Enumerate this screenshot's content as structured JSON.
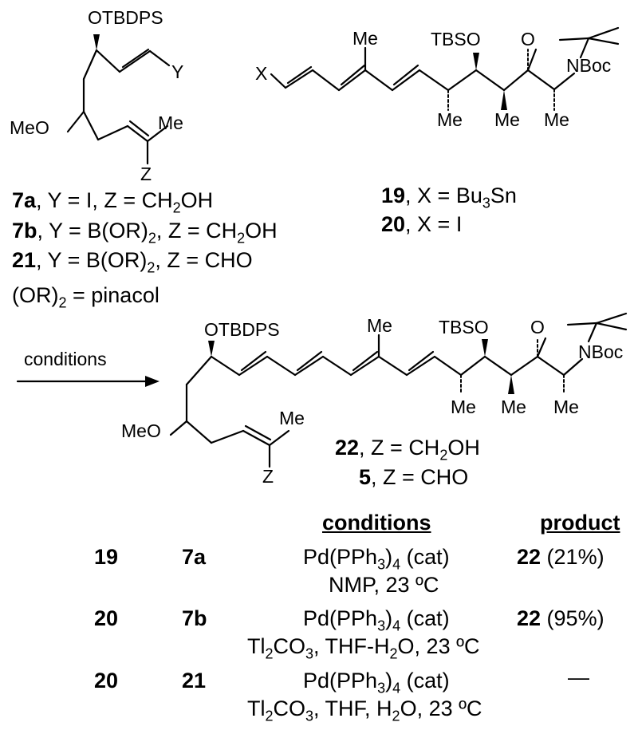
{
  "atoms": {
    "otbdps": "OTBDPS",
    "tbso": "TBSO",
    "meo": "MeO",
    "me": "Me",
    "o": "O",
    "nboc": "NBoc",
    "x": "X",
    "y": "Y",
    "z": "Z"
  },
  "arrow_label": "conditions",
  "labels": {
    "l7a_num": "7a",
    "l7a_text": ", Y = I, Z = CH",
    "l7b_num": "7b",
    "l7b_text": ", Y = B(OR)",
    "l21_num": "21",
    "l21_text": ", Y = B(OR)",
    "l19_num": "19",
    "l19_text": ", X = Bu",
    "l20_num": "20",
    "l20_text": ", X = I",
    "or2": "(OR)",
    "pinacol": " = pinacol",
    "l22_num": "22",
    "l22_text": ", Z = CH",
    "l5_num": "5",
    "l5_text": ", Z = CHO",
    "ch2oh_tail": "OH",
    "sub2": "2",
    "sub3": "3",
    "sub4": "4",
    "z_ch2oh": ", Z = CH",
    "z_cho": ", Z = CHO",
    "sn": "Sn"
  },
  "table": {
    "header_conditions": "conditions",
    "header_product": "product",
    "rows": [
      {
        "a": "19",
        "b": "7a",
        "cond1": "Pd(PPh",
        "cond1b": ")",
        "cond1c": " (cat)",
        "cond2": "NMP, 23 ºC",
        "prod_num": "22",
        "prod_yield": " (21%)"
      },
      {
        "a": "20",
        "b": "7b",
        "cond1": "Pd(PPh",
        "cond1b": ")",
        "cond1c": " (cat)",
        "cond2a": "Tl",
        "cond2b": "CO",
        "cond2c": ", THF-H",
        "cond2d": "O, 23 ºC",
        "prod_num": "22",
        "prod_yield": " (95%)"
      },
      {
        "a": "20",
        "b": "21",
        "cond1": "Pd(PPh",
        "cond1b": ")",
        "cond1c": " (cat)",
        "cond2a": "Tl",
        "cond2b": "CO",
        "cond2c": ", THF, H",
        "cond2d": "O, 23 ºC",
        "prod_dash": "—"
      }
    ]
  }
}
